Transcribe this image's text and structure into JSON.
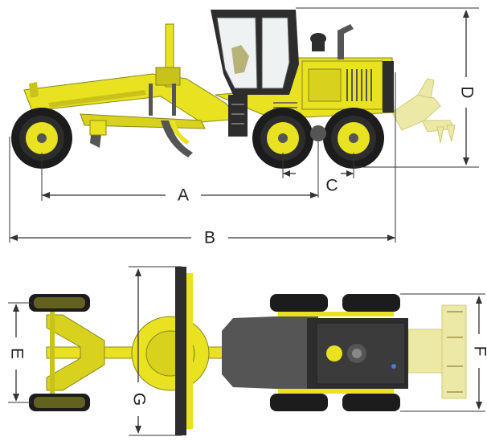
{
  "diagram": {
    "colors": {
      "body": "#e8e221",
      "body_dark": "#c9c21a",
      "cab_glass": "#eef2f2",
      "dark": "#2d2d2d",
      "tire": "#1c1c1c",
      "steel": "#555555",
      "dim_line": "#333333",
      "ghost_ripper": "#ece9a6"
    },
    "side_view": {
      "dimensions": [
        {
          "id": "A",
          "label": "A"
        },
        {
          "id": "B",
          "label": "B"
        },
        {
          "id": "C",
          "label": "C"
        },
        {
          "id": "D",
          "label": "D"
        }
      ]
    },
    "top_view": {
      "dimensions": [
        {
          "id": "E",
          "label": "E"
        },
        {
          "id": "F",
          "label": "F"
        },
        {
          "id": "G",
          "label": "G"
        }
      ]
    }
  }
}
